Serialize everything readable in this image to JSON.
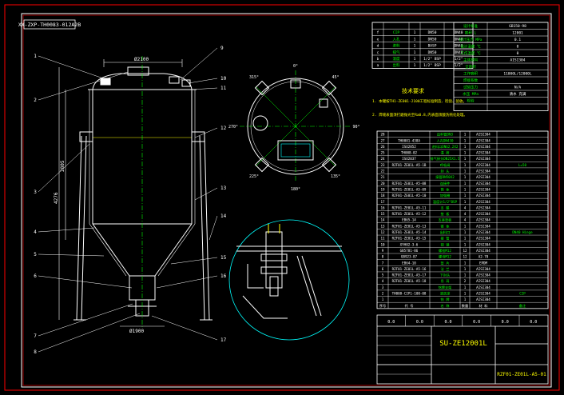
{
  "drawing": {
    "stamp_code": "XX-ZXP-TH0083-012A2B",
    "title_block": {
      "main_title": "SU-ZE12001L",
      "drawing_number": "RZF01-ZE01L-A5-01",
      "cells_top": [
        "0.0",
        "0.0",
        "0.0",
        "0.0",
        "0.0",
        "0.0"
      ]
    }
  },
  "nozzle_table": {
    "rows": [
      {
        "no": "f",
        "size": "DN40",
        "qty": "1",
        "std": "DN50",
        "name": "CIP"
      },
      {
        "no": "e",
        "size": "DN40",
        "qty": "1",
        "std": "DN50",
        "name": "入孔"
      },
      {
        "no": "d",
        "size": "DN40",
        "qty": "1",
        "std": "BASP",
        "name": "进料"
      },
      {
        "no": "c",
        "size": "DN40",
        "qty": "1",
        "std": "DN50",
        "name": "排气"
      },
      {
        "no": "b",
        "size": "1/2\"",
        "qty": "1",
        "std": "1/2\" BSP",
        "name": "温度"
      },
      {
        "no": "a",
        "size": "1/2\"",
        "qty": "1",
        "std": "1/2\" BSP",
        "name": "出料"
      }
    ]
  },
  "design_params": {
    "rows": [
      {
        "label": "设计标准",
        "value": "GB150-98"
      },
      {
        "label": "容积 L",
        "value": "12001"
      },
      {
        "label": "设计压力 MPa",
        "value": "0.1"
      },
      {
        "label": "设计温度 ℃",
        "value": "0"
      },
      {
        "label": "工作温度 ℃",
        "value": "0"
      },
      {
        "label": "主体材料",
        "value": "AISI304"
      },
      {
        "label": "全容积",
        "value": ""
      },
      {
        "label": "工作容积",
        "value": "11000L/12000L"
      },
      {
        "label": "焊接系数",
        "value": ""
      },
      {
        "label": "试验压力",
        "value": "N/A"
      },
      {
        "label": "水压 MPa",
        "value": "清水 充满"
      },
      {
        "label": "检验",
        "value": ""
      },
      {
        "label": "",
        "value": ""
      }
    ]
  },
  "tech_requirements": {
    "title": "技术要求",
    "items": [
      "1. 本罐按TH1-ZE001-2100工程标准制造、检验、验收。",
      "2. 焊缝表面须打磨抛光至Ra0.8,内表面须酸洗钝化处理。"
    ]
  },
  "parts_list": {
    "rows": [
      {
        "no": "28",
        "code": "",
        "name": "出料管DN3",
        "qty": "1",
        "mat": "AISI304",
        "note": ""
      },
      {
        "no": "27",
        "code": "TH0001-438A",
        "name": "人孔DN430",
        "qty": "1",
        "mat": "AISI304",
        "note": ""
      },
      {
        "no": "26",
        "code": "ISO2852",
        "name": "进料口DN62.2X2",
        "qty": "1",
        "mat": "AISI304",
        "note": ""
      },
      {
        "no": "25",
        "code": "TH008-02",
        "name": "温  度",
        "qty": "1",
        "mat": "AISI304",
        "note": ""
      },
      {
        "no": "24",
        "code": "ISO2037",
        "name": "排气接头DN25X1.5",
        "qty": "1",
        "mat": "AISI304",
        "note": ""
      },
      {
        "no": "23",
        "code": "RZF01-ZE01L-A5-1B",
        "name": "呼吸阀",
        "qty": "1",
        "mat": "AISI304",
        "note": "L=50"
      },
      {
        "no": "22",
        "code": "",
        "name": "封  头",
        "qty": "1",
        "mat": "AISI304",
        "note": ""
      },
      {
        "no": "21",
        "code": "",
        "name": "接管DN50X2",
        "qty": "1",
        "mat": "AISI304",
        "note": ""
      },
      {
        "no": "20",
        "code": "RZF01-ZE01L-A5-08",
        "name": "连接件",
        "qty": "1",
        "mat": "AISI304",
        "note": ""
      },
      {
        "no": "19",
        "code": "RZF01-ZE01L-A5-09",
        "name": "筒  体",
        "qty": "1",
        "mat": "AISI304",
        "note": ""
      },
      {
        "no": "18",
        "code": "RZF01-ZE01L-A5-10",
        "name": "加强圈",
        "qty": "1",
        "mat": "AISI304",
        "note": ""
      },
      {
        "no": "17",
        "code": "",
        "name": "温度计1/2\"BSP",
        "qty": "1",
        "mat": "AISI304",
        "note": ""
      },
      {
        "no": "16",
        "code": "RZF01-ZE01L-A5-11",
        "name": "支  腿",
        "qty": "4",
        "mat": "AISI304",
        "note": ""
      },
      {
        "no": "15",
        "code": "RZF01-ZE01L-A5-12",
        "name": "垫  板",
        "qty": "4",
        "mat": "AISI304",
        "note": ""
      },
      {
        "no": "14",
        "code": "EB65-14",
        "name": "支座垫板",
        "qty": "4",
        "mat": "AISI304",
        "note": ""
      },
      {
        "no": "13",
        "code": "RZF01-ZE01L-A5-13",
        "name": "锥  体",
        "qty": "1",
        "mat": "AISI304",
        "note": ""
      },
      {
        "no": "12",
        "code": "RZF01-ZE01L-A5-14",
        "name": "出料口",
        "qty": "1",
        "mat": "AISI304",
        "note": "DN40 Hinge"
      },
      {
        "no": "11",
        "code": "RZF01-ZE01L-A5-15",
        "name": "接  管",
        "qty": "1",
        "mat": "AISI304",
        "note": ""
      },
      {
        "no": "10",
        "code": "XYH02-3-6",
        "name": "视  镜",
        "qty": "1",
        "mat": "AISI304",
        "note": ""
      },
      {
        "no": "9",
        "code": "GB5781-86",
        "name": "螺栓M12",
        "qty": "12",
        "mat": "AISI304",
        "note": ""
      },
      {
        "no": "8",
        "code": "GB923-87",
        "name": "螺母M12",
        "qty": "12",
        "mat": "A2-70",
        "note": ""
      },
      {
        "no": "7",
        "code": "EB64-10",
        "name": "垫  片",
        "qty": "1",
        "mat": "EPDM",
        "note": ""
      },
      {
        "no": "6",
        "code": "RZF01-ZE01L-A5-16",
        "name": "法  兰",
        "qty": "1",
        "mat": "AISI304",
        "note": ""
      },
      {
        "no": "5",
        "code": "RZF01-ZE01L-A5-17",
        "name": "下封头",
        "qty": "1",
        "mat": "AISI304",
        "note": ""
      },
      {
        "no": "4",
        "code": "RZF01-ZE01L-A5-18",
        "name": "吊  耳",
        "qty": "2",
        "mat": "AISI304",
        "note": ""
      },
      {
        "no": "3",
        "code": "",
        "name": "铭牌支架",
        "qty": "1",
        "mat": "AISI304",
        "note": ""
      },
      {
        "no": "2",
        "code": "TH008-CIP1-100-08",
        "name": "清洗球",
        "qty": "1",
        "mat": "AISI304",
        "note": "CIP"
      },
      {
        "no": "1",
        "code": "",
        "name": "铭  牌",
        "qty": "1",
        "mat": "AISI304",
        "note": ""
      },
      {
        "no": "序号",
        "code": "代  号",
        "name": "名  称",
        "qty": "数量",
        "mat": "材  料",
        "note": "备注"
      }
    ]
  },
  "dimensions": {
    "total_height": "4276",
    "cylinder_height": "2805",
    "top_width": "Ø2100",
    "bottom_width": "Ø1900",
    "plan_dims": [
      "0°",
      "90°",
      "180°",
      "270°",
      "45°",
      "315°",
      "135°",
      "225°"
    ]
  },
  "callouts_left": [
    "1",
    "2",
    "3",
    "4",
    "5",
    "6",
    "7",
    "8"
  ],
  "callouts_right": [
    "9",
    "10",
    "11",
    "12",
    "13",
    "14",
    "15",
    "16",
    "17"
  ],
  "colors": {
    "frame": "#ff0000",
    "lines": "#ffffff",
    "green": "#00ff00",
    "yellow": "#ffff00",
    "cyan": "#00ffff",
    "magenta": "#ff00ff"
  }
}
